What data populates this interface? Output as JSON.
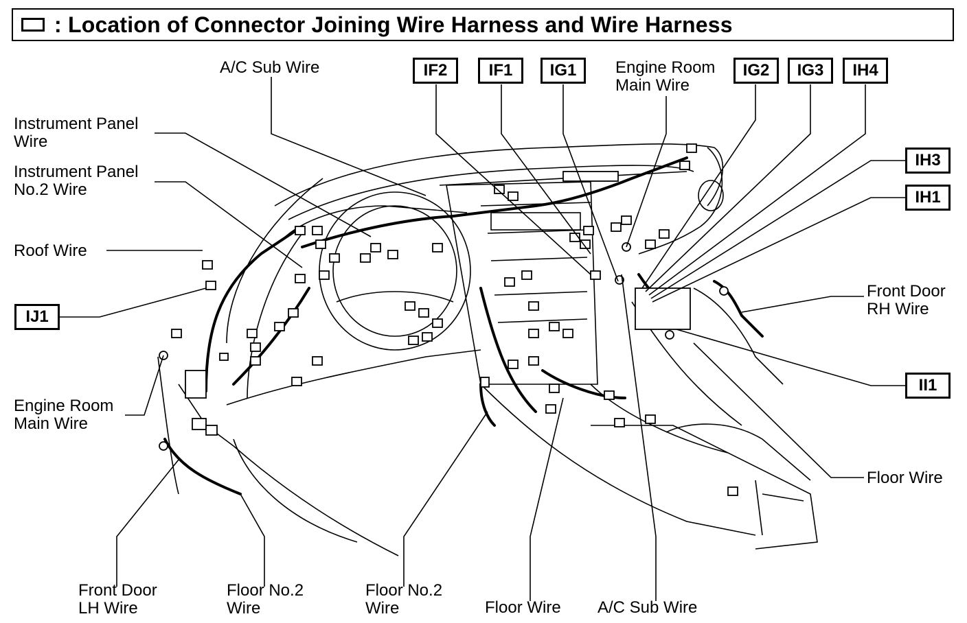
{
  "title": ": Location of Connector Joining Wire Harness and Wire Harness",
  "connector_codes": {
    "if2": "IF2",
    "if1": "IF1",
    "ig1": "IG1",
    "ig2": "IG2",
    "ig3": "IG3",
    "ih4": "IH4",
    "ih3": "IH3",
    "ih1": "IH1",
    "ij1": "IJ1",
    "ii1": "II1"
  },
  "wire_labels": {
    "ac_sub_wire_top": "A/C Sub Wire",
    "instrument_panel_wire": [
      "Instrument Panel",
      "Wire"
    ],
    "instrument_panel_no2_wire": [
      "Instrument Panel",
      "No.2 Wire"
    ],
    "roof_wire": "Roof Wire",
    "engine_room_main_wire_left": [
      "Engine Room",
      "Main Wire"
    ],
    "engine_room_main_wire_top": [
      "Engine Room",
      "Main Wire"
    ],
    "front_door_rh_wire": [
      "Front Door",
      "RH Wire"
    ],
    "floor_wire_right": "Floor Wire",
    "front_door_lh_wire": [
      "Front Door",
      "LH Wire"
    ],
    "floor_no2_wire_a": [
      "Floor No.2",
      "Wire"
    ],
    "floor_no2_wire_b": [
      "Floor No.2",
      "Wire"
    ],
    "floor_wire_bottom": "Floor Wire",
    "ac_sub_wire_bottom": "A/C Sub Wire"
  },
  "colors": {
    "ink": "#000000",
    "paper": "#ffffff"
  }
}
